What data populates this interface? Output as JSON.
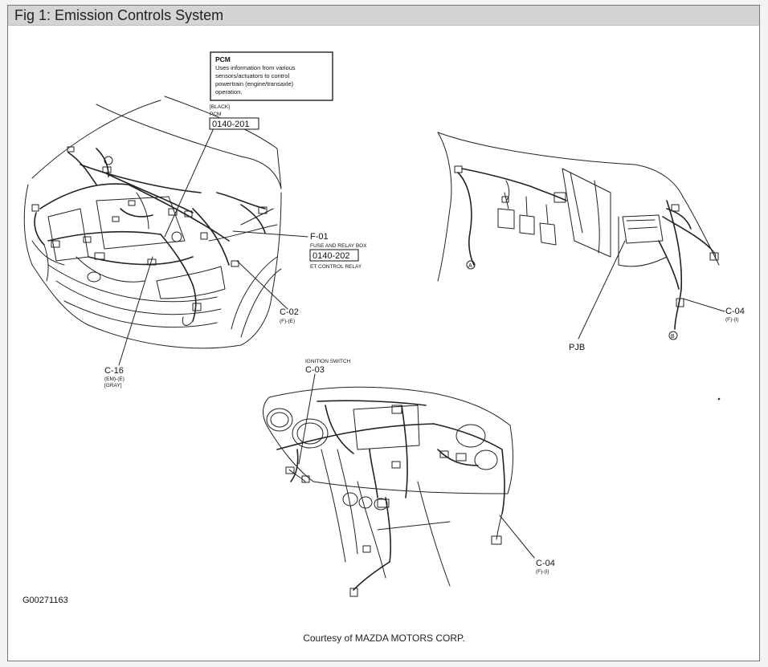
{
  "figure": {
    "title": "Fig 1: Emission Controls System",
    "figure_id": "G00271163",
    "courtesy": "Courtesy of MAZDA MOTORS CORP."
  },
  "callouts": {
    "pcm_box": {
      "heading": "PCM",
      "lines": [
        "Uses information from various",
        "sensors/actuators to control",
        "powertrain (engine/transaxle)",
        "operation."
      ]
    },
    "pcm_connector": {
      "color": "[BLACK]",
      "name": "PCM",
      "code": "0140-201"
    },
    "f01": {
      "id": "F-01",
      "name": "FUSE AND RELAY BOX",
      "code": "0140-202",
      "sub": "ET CONTROL RELAY"
    },
    "c02": {
      "id": "C-02",
      "pos": "(F)-(E)"
    },
    "c16": {
      "id": "C-16",
      "pos": "(EM)-(E)",
      "color": "[GRAY]"
    },
    "pjb": {
      "id": "PJB"
    },
    "c04_top": {
      "id": "C-04",
      "pos": "(F)-(I)"
    },
    "c03": {
      "name": "IGNITION SWITCH",
      "id": "C-03"
    },
    "c04_bottom": {
      "id": "C-04",
      "pos": "(F)-(I)"
    },
    "marker_a": "A",
    "marker_b": "B"
  },
  "colors": {
    "titlebar": "#d4d4d4",
    "line": "#222222",
    "background": "#ffffff"
  }
}
